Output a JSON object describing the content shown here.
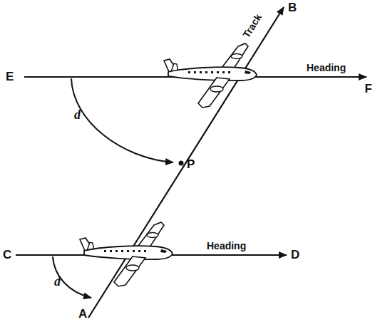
{
  "diagram": {
    "labels": [
      "B",
      "Track",
      "E",
      "Heading",
      "F",
      "d",
      "P",
      "C",
      "Heading",
      "D",
      "d",
      "A"
    ]
  }
}
